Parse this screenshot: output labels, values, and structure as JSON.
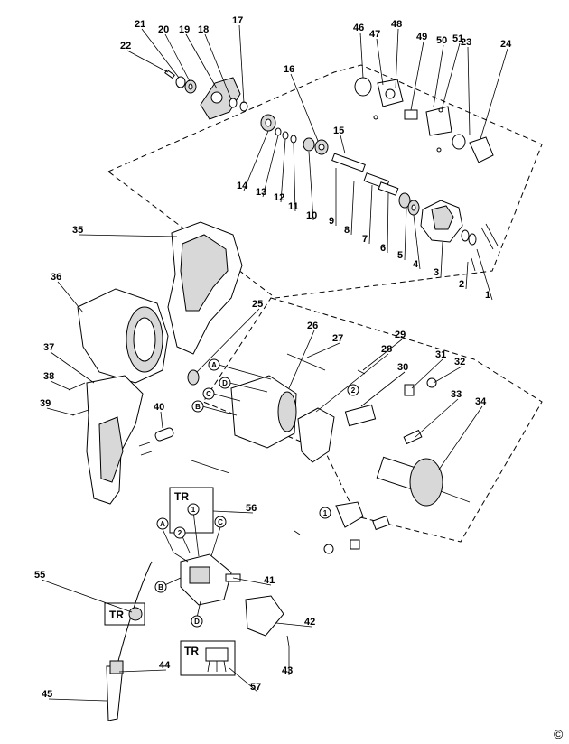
{
  "diagram": {
    "part_numbers": [
      "1",
      "2",
      "3",
      "4",
      "5",
      "6",
      "7",
      "8",
      "9",
      "10",
      "11",
      "12",
      "13",
      "14",
      "15",
      "16",
      "17",
      "18",
      "19",
      "20",
      "21",
      "22",
      "23",
      "24",
      "25",
      "26",
      "27",
      "28",
      "29",
      "30",
      "31",
      "32",
      "33",
      "34",
      "35",
      "36",
      "37",
      "38",
      "39",
      "40",
      "41",
      "42",
      "43",
      "44",
      "45",
      "46",
      "47",
      "48",
      "49",
      "50",
      "51",
      "55",
      "56",
      "57"
    ],
    "box_labels": [
      "TR",
      "TR",
      "TR"
    ],
    "circle_letters": [
      "A",
      "B",
      "C",
      "D",
      "A",
      "B",
      "C",
      "D"
    ],
    "circle_numbers": [
      "1",
      "2",
      "1",
      "2"
    ],
    "copyright": "©"
  }
}
